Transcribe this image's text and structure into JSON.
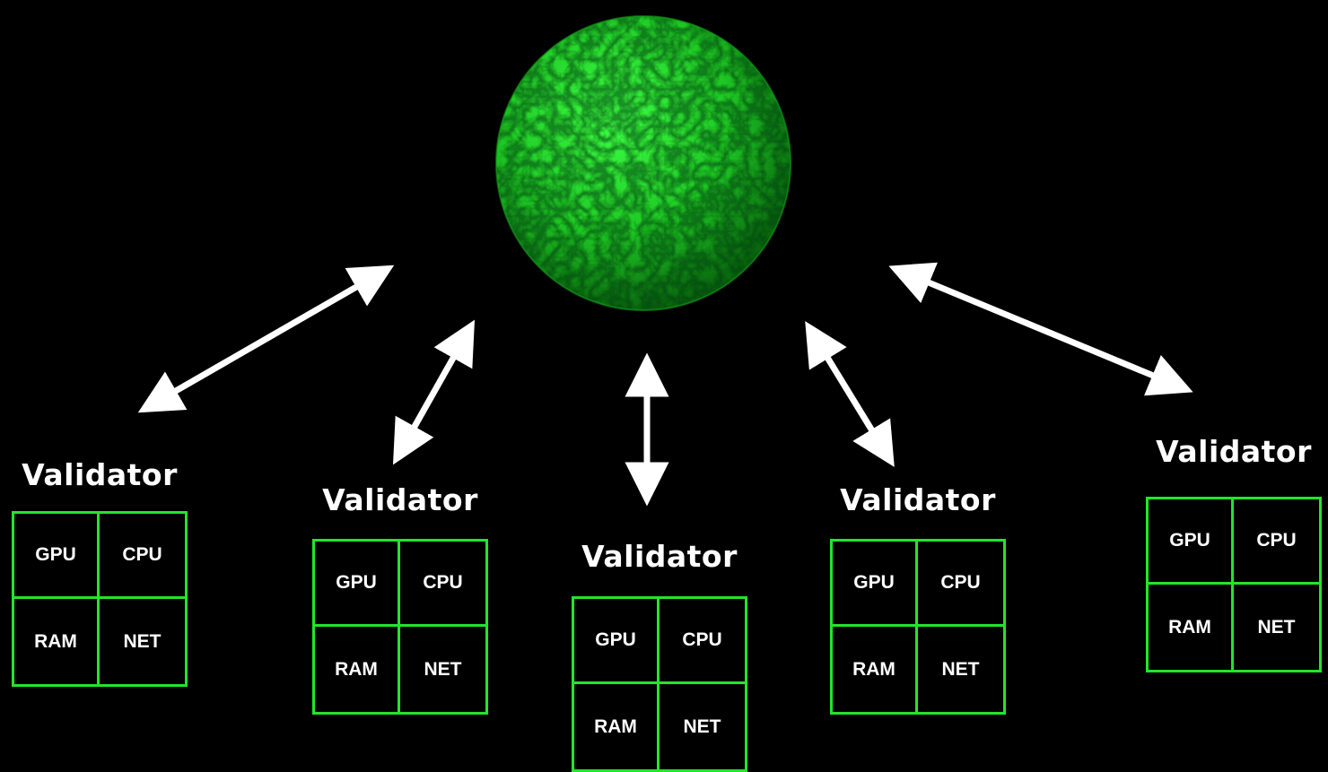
{
  "colors": {
    "background": "#000000",
    "sphere": "#22e52a",
    "grid_border": "#22e52a",
    "text": "#ffffff",
    "arrows": "#ffffff"
  },
  "hub": {
    "icon": "green-textured-sphere"
  },
  "validators": [
    {
      "title": "Validator",
      "resources": [
        "GPU",
        "CPU",
        "RAM",
        "NET"
      ]
    },
    {
      "title": "Validator",
      "resources": [
        "GPU",
        "CPU",
        "RAM",
        "NET"
      ]
    },
    {
      "title": "Validator",
      "resources": [
        "GPU",
        "CPU",
        "RAM",
        "NET"
      ]
    },
    {
      "title": "Validator",
      "resources": [
        "GPU",
        "CPU",
        "RAM",
        "NET"
      ]
    },
    {
      "title": "Validator",
      "resources": [
        "GPU",
        "CPU",
        "RAM",
        "NET"
      ]
    }
  ],
  "connections": {
    "type": "bidirectional-arrow",
    "count": 5
  }
}
